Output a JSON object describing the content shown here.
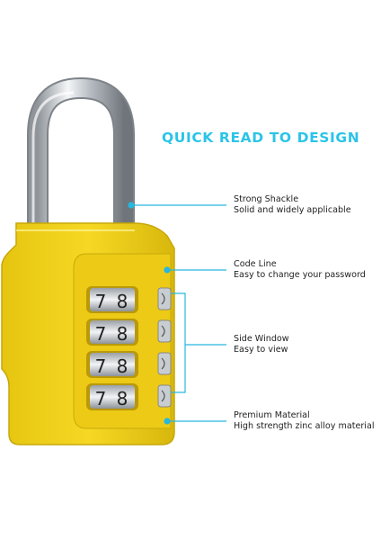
{
  "headline": "QUICK READ TO DESIGN",
  "callouts": [
    {
      "title": "Strong Shackle",
      "desc": "Solid and widely applicable"
    },
    {
      "title": "Code Line",
      "desc": "Easy to change your password"
    },
    {
      "title": "Side Window",
      "desc": "Easy to view"
    },
    {
      "title": "Premium Material",
      "desc": "High strength zinc alloy material"
    }
  ],
  "dials": [
    {
      "left_digit": "7",
      "right_digit": "8"
    },
    {
      "left_digit": "7",
      "right_digit": "8"
    },
    {
      "left_digit": "7",
      "right_digit": "8"
    },
    {
      "left_digit": "7",
      "right_digit": "8"
    }
  ],
  "colors": {
    "accent": "#2bc4e8",
    "lock_body": "#f2d21b",
    "shackle": "#c9ced3",
    "pointer": "#27b7e0"
  }
}
